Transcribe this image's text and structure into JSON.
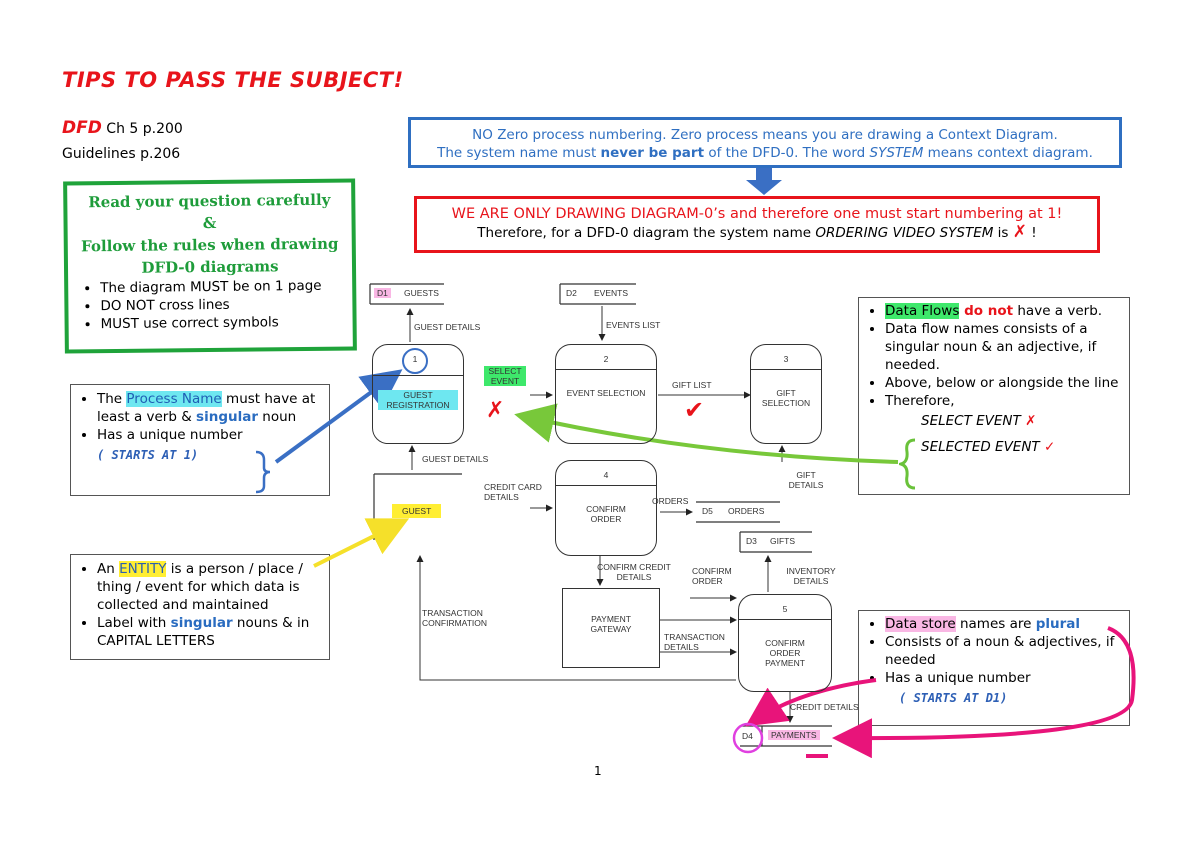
{
  "header": {
    "title": "TIPS TO PASS THE SUBJECT!",
    "dfd_label": "DFD",
    "dfd_ref": " Ch 5 p.200",
    "guidelines": "Guidelines p.206"
  },
  "green_box": {
    "heading_1": "Read your question carefully",
    "heading_2": "&",
    "heading_3": "Follow the rules when drawing",
    "heading_4": "DFD-0 diagrams",
    "items": [
      "The diagram MUST be on 1 page",
      "DO NOT cross lines",
      "MUST use correct symbols"
    ]
  },
  "blue_box": {
    "line1": "NO Zero process numbering. Zero process means you are drawing a Context Diagram.",
    "line2a": "The system name must ",
    "line2b": "never be part",
    "line2c": " of the DFD-0. The word ",
    "line2d": "SYSTEM",
    "line2e": " means context diagram."
  },
  "red_box": {
    "line1": "WE ARE ONLY DRAWING DIAGRAM-0’s and therefore one must start numbering at 1!",
    "line2a": "Therefore, for a DFD-0 diagram the system name ",
    "line2b": "ORDERING VIDEO SYSTEM",
    "line2c": " is ",
    "line2d": "✗",
    "line2e": " !"
  },
  "process_box": {
    "b1a": "The ",
    "b1b": "Process Name",
    "b1c": " must have at least a verb & ",
    "b1d": "singular",
    "b1e": " noun",
    "b2": "Has a unique number",
    "hand": "( STARTS AT 1)"
  },
  "entity_box": {
    "b1a": "An ",
    "b1b": "ENTITY",
    "b1c": " is a person / place / thing / event for which data is collected and maintained",
    "b2a": "Label with ",
    "b2b": "singular",
    "b2c": " nouns & in CAPITAL LETTERS"
  },
  "flows_box": {
    "b1a": "Data Flows",
    "b1b": " do not",
    "b1c": " have a verb.",
    "b2": "Data flow names consists of a singular noun & an adjective, if needed.",
    "b3": "Above, below or alongside the line",
    "b4": "Therefore,",
    "ex1": "SELECT EVENT",
    "ex1mark": "✗",
    "ex2": "SELECTED EVENT",
    "ex2mark": "✓"
  },
  "stores_box": {
    "b1a": "Data store",
    "b1b": " names are ",
    "b1c": "plural",
    "b2": "Consists of a noun & adjectives, if needed",
    "b3": "Has a unique number",
    "hand": "( STARTS AT D1)"
  },
  "diagram": {
    "d1_id": "D1",
    "d1_name": "GUESTS",
    "d2_id": "D2",
    "d2_name": "EVENTS",
    "d5_id": "D5",
    "d5_name": "ORDERS",
    "d3_id": "D3",
    "d3_name": "GIFTS",
    "d4_id": "D4",
    "d4_name": "PAYMENTS",
    "p1_num": "1",
    "p1_name": "GUEST REGISTRATION",
    "p2_num": "2",
    "p2_name": "EVENT SELECTION",
    "p3_num": "3",
    "p3_name": "GIFT SELECTION",
    "p4_num": "4",
    "p4_name": "CONFIRM ORDER",
    "p5_num": "5",
    "p5_name": "CONFIRM ORDER PAYMENT",
    "entity_guest": "GUEST",
    "entity_gateway": "PAYMENT GATEWAY",
    "f_guest_details_top": "GUEST DETAILS",
    "f_guest_details": "GUEST DETAILS",
    "f_events_list": "EVENTS LIST",
    "f_select_event": "SELECT EVENT",
    "f_gift_list": "GIFT LIST",
    "f_gift_details": "GIFT DETAILS",
    "f_credit_card": "CREDIT CARD DETAILS",
    "f_orders": "ORDERS",
    "f_confirm_credit": "CONFIRM CREDIT DETAILS",
    "f_confirm_order": "CONFIRM ORDER",
    "f_inventory": "INVENTORY DETAILS",
    "f_transaction_conf": "TRANSACTION CONFIRMATION",
    "f_transaction_details": "TRANSACTION DETAILS",
    "f_credit_details": "CREDIT DETAILS",
    "mark_wrong": "✗",
    "mark_right": "✔"
  },
  "footer": {
    "page": "1"
  },
  "colors": {
    "red": "#e8141b",
    "green": "#1fa33a",
    "blue": "#2f6fc1",
    "pink": "#e8147a"
  }
}
